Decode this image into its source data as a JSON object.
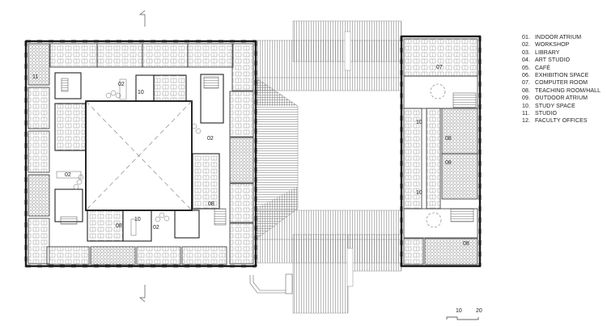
{
  "legend": {
    "items": [
      {
        "num": "01.",
        "label": "INDOOR ATRIUM"
      },
      {
        "num": "02.",
        "label": "WORKSHOP"
      },
      {
        "num": "03.",
        "label": "LIBRARY"
      },
      {
        "num": "04.",
        "label": "ART STUDIO"
      },
      {
        "num": "05.",
        "label": "CAFÉ"
      },
      {
        "num": "06.",
        "label": "EXHIBITION SPACE"
      },
      {
        "num": "07.",
        "label": "COMPUTER ROOM"
      },
      {
        "num": "08.",
        "label": "TEACHING ROOM/HALL"
      },
      {
        "num": "09.",
        "label": "OUTDOOR ATRIUM"
      },
      {
        "num": "10.",
        "label": "STUDY SPACE"
      },
      {
        "num": "11.",
        "label": "STUDIO"
      },
      {
        "num": "12.",
        "label": "FACULTY OFFICES"
      }
    ]
  },
  "scale_bar": {
    "tick_10": "10",
    "tick_20": "20"
  },
  "room_labels": {
    "studio_11": "11",
    "workshop_top": "02",
    "study_top": "10",
    "workshop_left": "02",
    "workshop_right": "02",
    "teaching_right_of_atrium": "08",
    "teaching_bottom": "08",
    "study_bottom": "10",
    "workshop_bottom": "02",
    "computer_room": "07",
    "study_east_1": "10",
    "teaching_east_1": "08",
    "teaching_east_2": "08",
    "study_east_2": "10",
    "teaching_east_3": "08"
  },
  "colors": {
    "line": "#1a1a1a",
    "hatch": "#8a8a8a",
    "background": "#ffffff"
  }
}
